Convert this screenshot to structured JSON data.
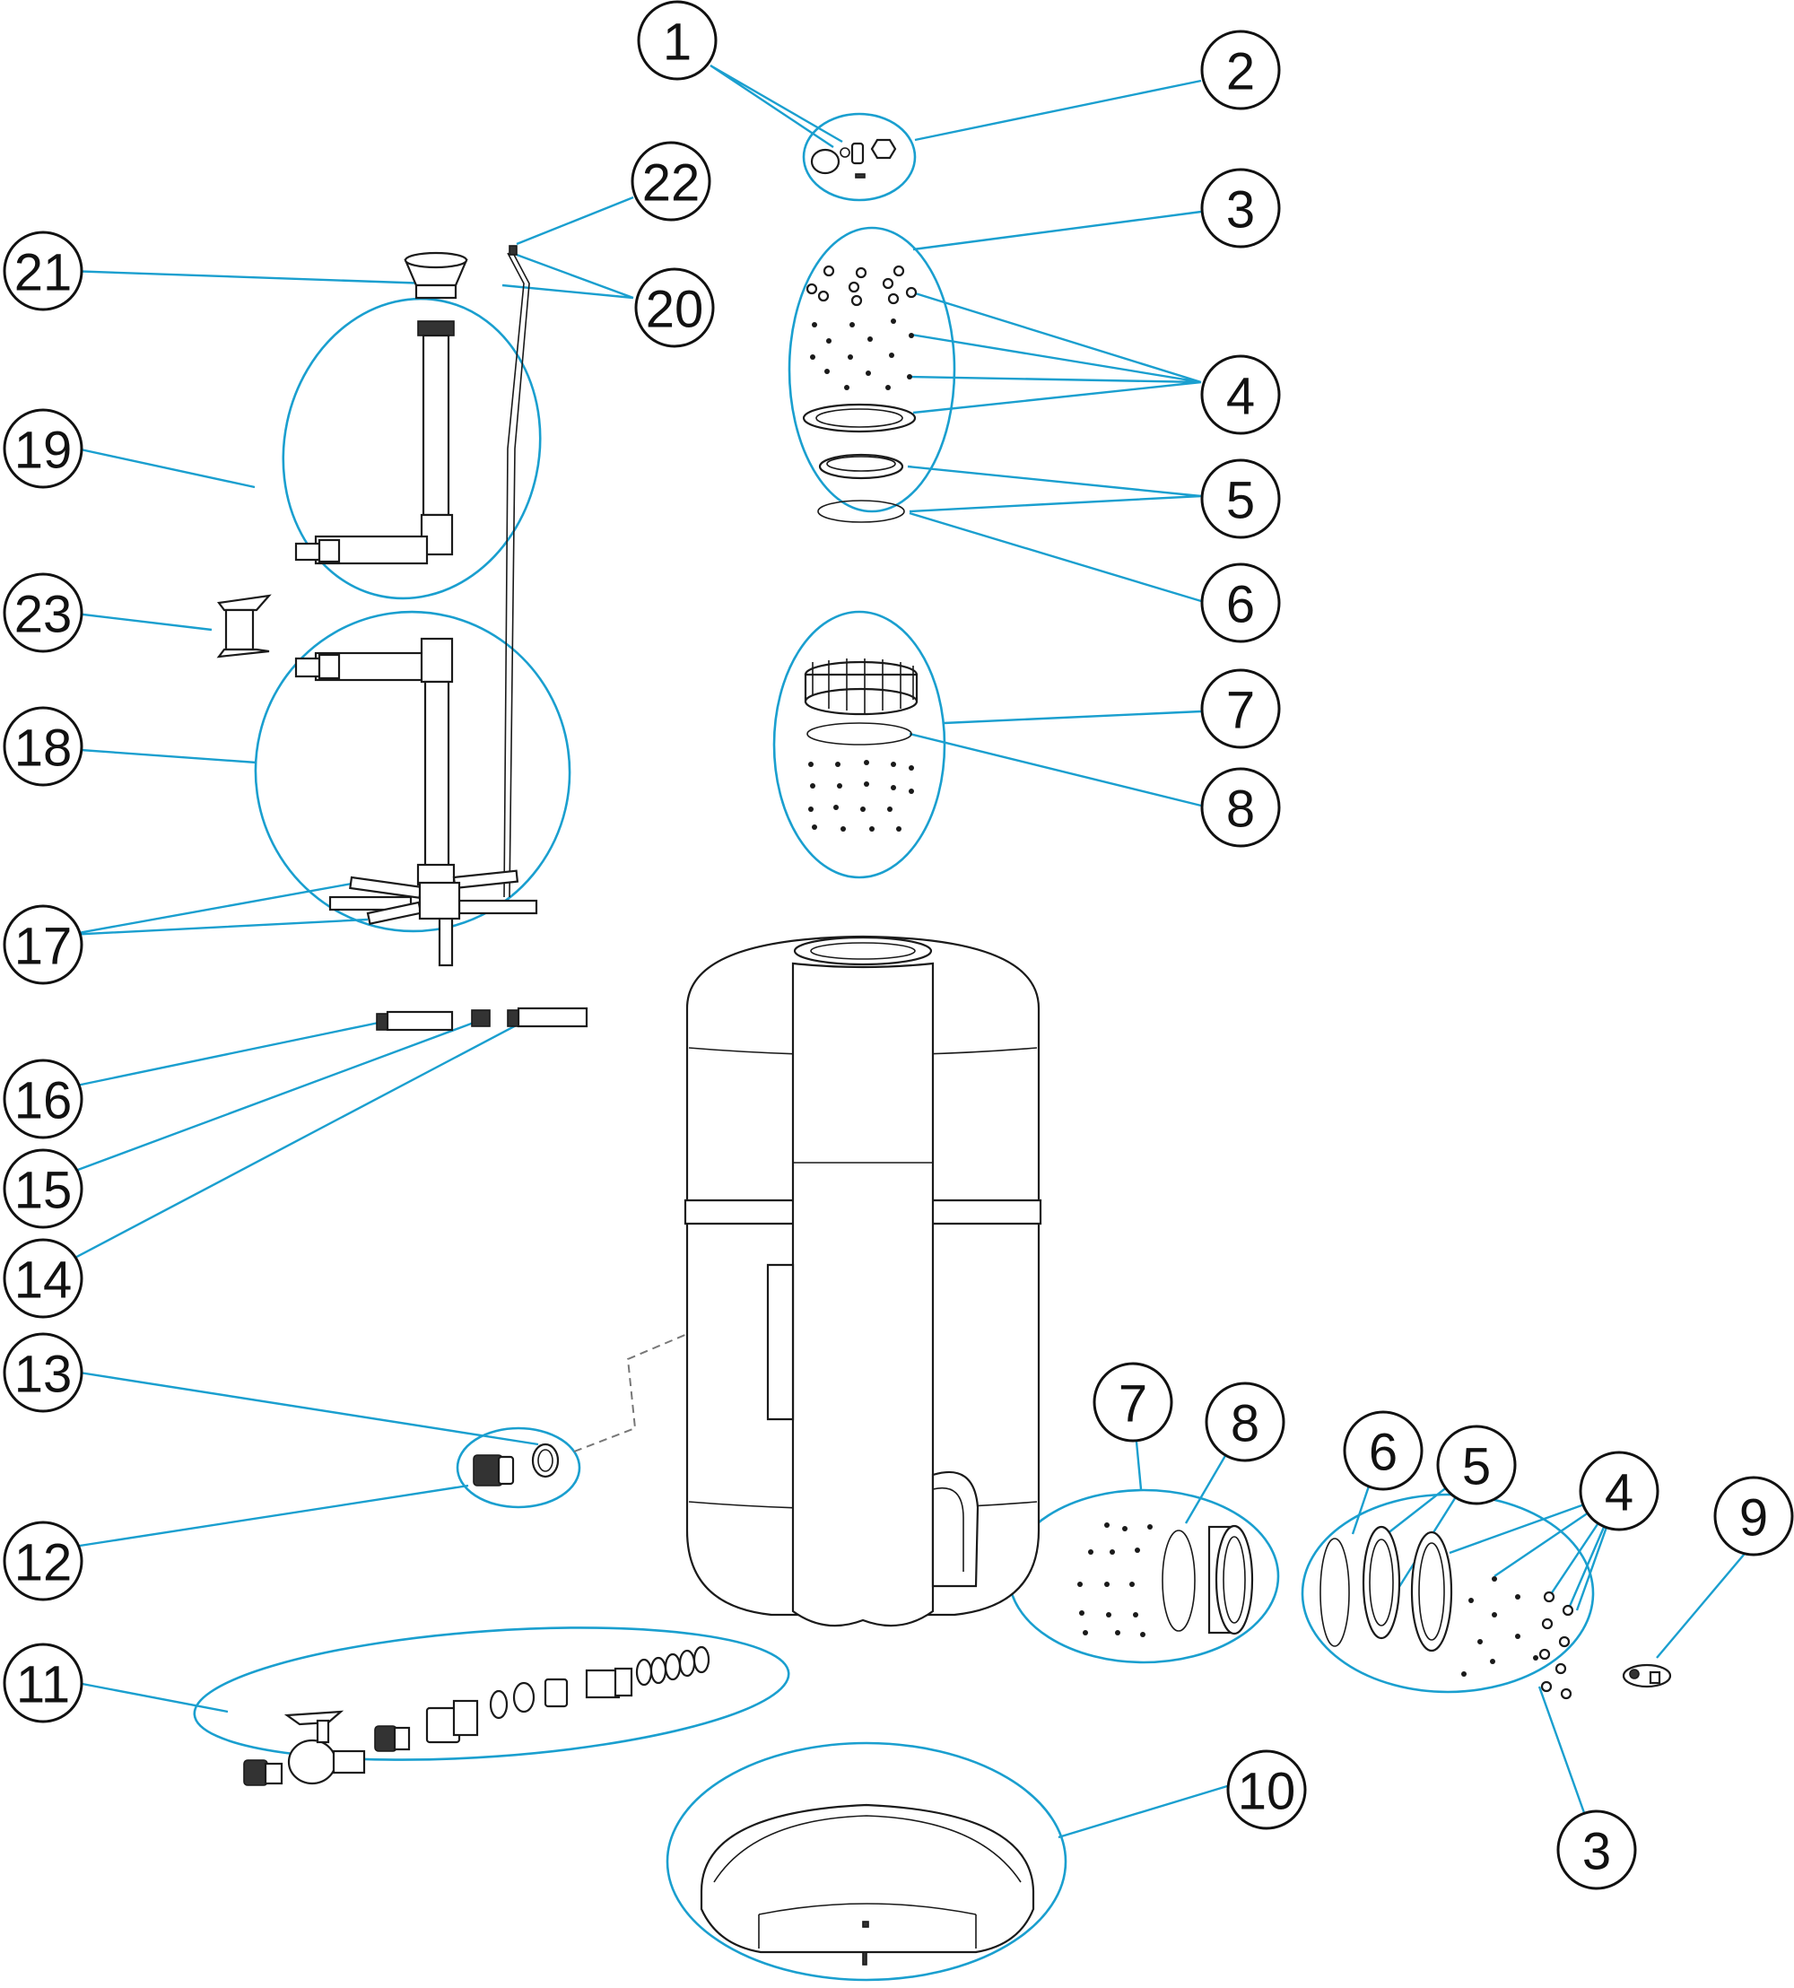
{
  "callouts": [
    {
      "id": "c1",
      "label": "1"
    },
    {
      "id": "c2",
      "label": "2"
    },
    {
      "id": "c3a",
      "label": "3"
    },
    {
      "id": "c4a",
      "label": "4"
    },
    {
      "id": "c5a",
      "label": "5"
    },
    {
      "id": "c6a",
      "label": "6"
    },
    {
      "id": "c7a",
      "label": "7"
    },
    {
      "id": "c8a",
      "label": "8"
    },
    {
      "id": "c22",
      "label": "22"
    },
    {
      "id": "c21",
      "label": "21"
    },
    {
      "id": "c20",
      "label": "20"
    },
    {
      "id": "c19",
      "label": "19"
    },
    {
      "id": "c23",
      "label": "23"
    },
    {
      "id": "c18",
      "label": "18"
    },
    {
      "id": "c17",
      "label": "17"
    },
    {
      "id": "c16",
      "label": "16"
    },
    {
      "id": "c15",
      "label": "15"
    },
    {
      "id": "c14",
      "label": "14"
    },
    {
      "id": "c13",
      "label": "13"
    },
    {
      "id": "c12",
      "label": "12"
    },
    {
      "id": "c11",
      "label": "11"
    },
    {
      "id": "c10",
      "label": "10"
    },
    {
      "id": "c7b",
      "label": "7"
    },
    {
      "id": "c8b",
      "label": "8"
    },
    {
      "id": "c6b",
      "label": "6"
    },
    {
      "id": "c5b",
      "label": "5"
    },
    {
      "id": "c4b",
      "label": "4"
    },
    {
      "id": "c9",
      "label": "9"
    },
    {
      "id": "c3b",
      "label": "3"
    }
  ],
  "colors": {
    "leader": "#1a9fcf",
    "outline": "#1a1a1a",
    "background": "#ffffff"
  }
}
